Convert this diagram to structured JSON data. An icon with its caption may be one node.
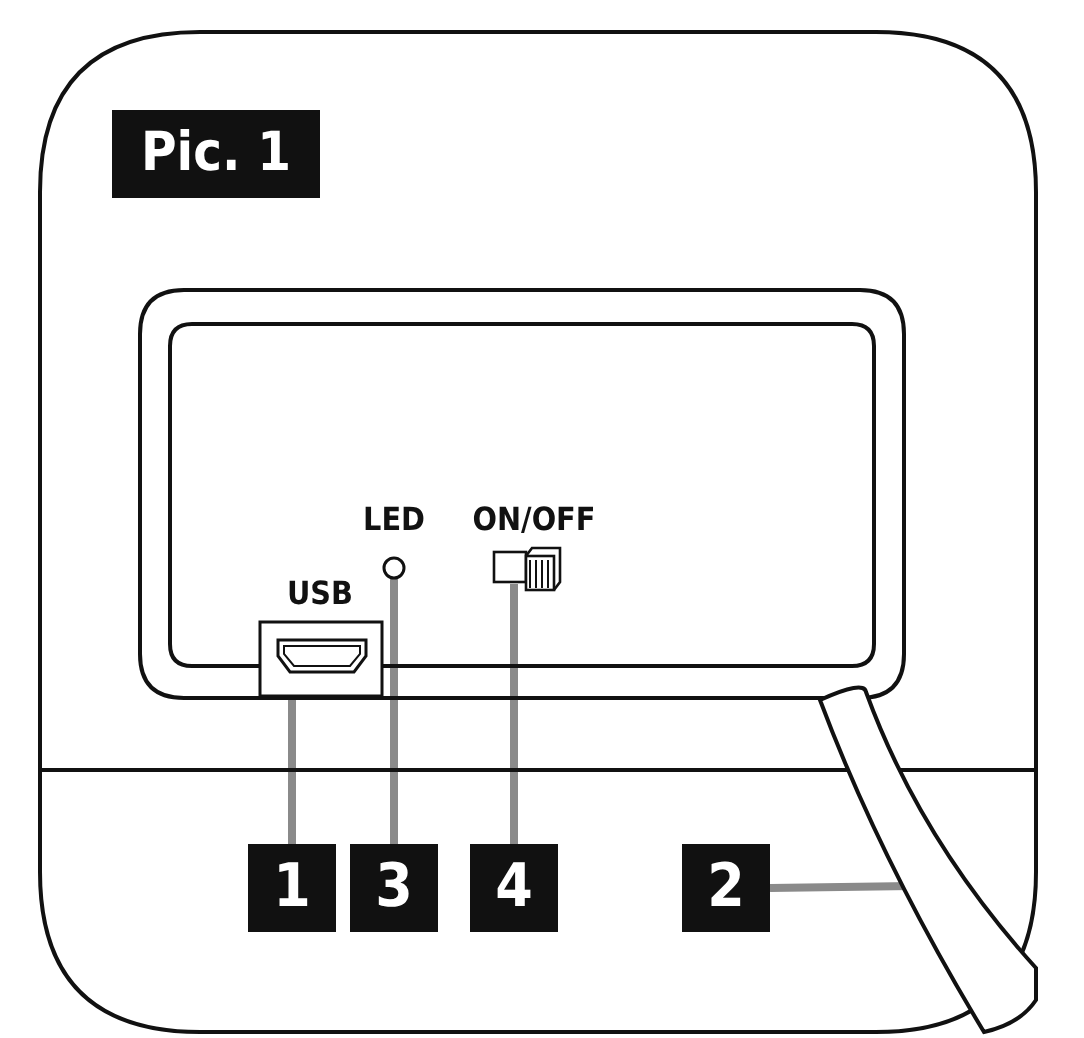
{
  "diagram": {
    "title": "Pic. 1",
    "nodes": [
      {
        "text": [],
        "shape": "circle"
      },
      {
        "text": [],
        "shape": "box"
      },
      {
        "text": [],
        "shape": "box"
      },
      {
        "text": [],
        "shape": "cable"
      },
      {
        "text": [
          "1"
        ]
      },
      {
        "text": [
          "3"
        ]
      },
      {
        "text": [
          "4"
        ]
      },
      {
        "text": [
          "2"
        ]
      }
    ],
    "edges": [
      {
        "from": 4,
        "to": 2,
        "arrow": "none"
      },
      {
        "from": 5,
        "to": 0,
        "arrow": "none"
      },
      {
        "from": 6,
        "to": 1,
        "arrow": "none"
      },
      {
        "from": 7,
        "to": 3,
        "arrow": "none"
      }
    ],
    "labels": [
      "LED",
      "ON/OFF",
      "USB"
    ]
  }
}
